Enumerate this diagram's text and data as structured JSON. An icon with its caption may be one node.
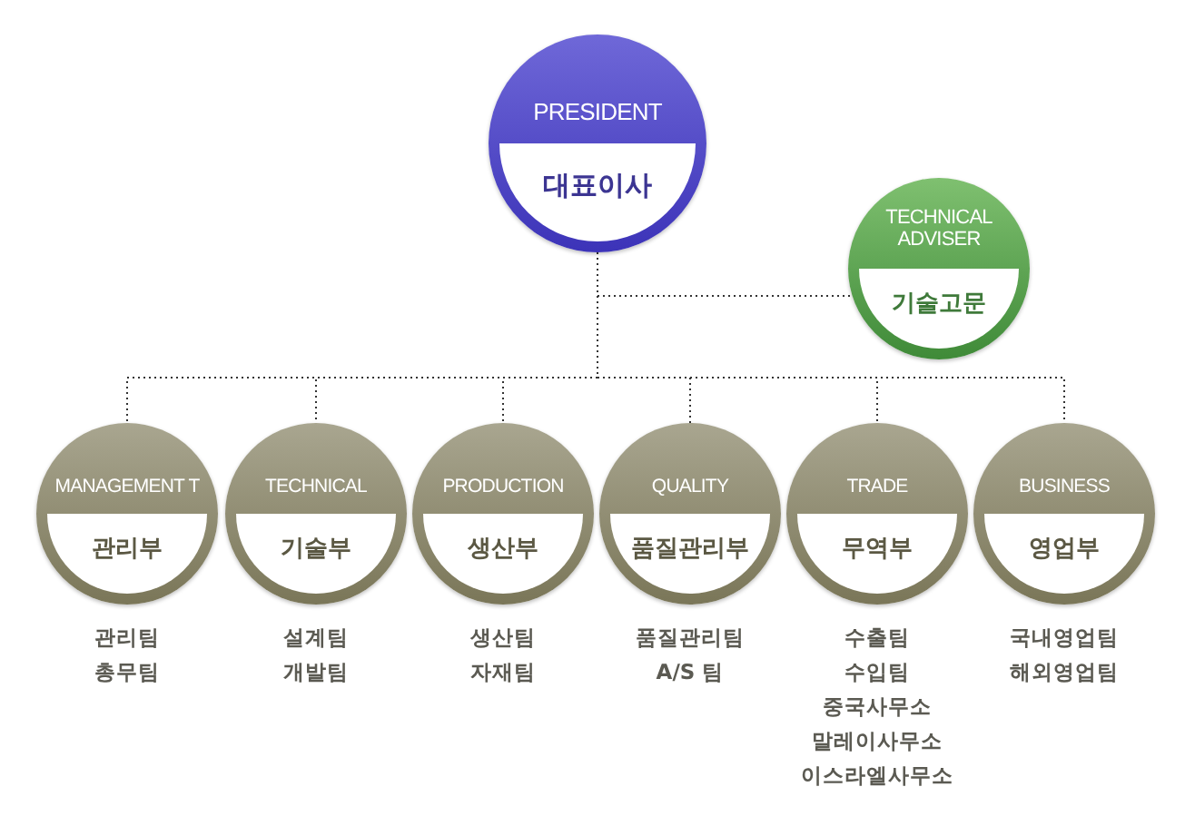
{
  "diagram": {
    "nodes": [
      {
        "text": [
          "PRESIDENT",
          "대표이사"
        ]
      },
      {
        "text": [
          "TECHNICAL ADVISER",
          "기술고문"
        ]
      },
      {
        "text": [
          "MANAGEMENT T",
          "관리부"
        ],
        "beside": [
          "관리팀",
          "총무팀"
        ]
      },
      {
        "text": [
          "TECHNICAL",
          "기술부"
        ],
        "beside": [
          "설계팀",
          "개발팀"
        ]
      },
      {
        "text": [
          "PRODUCTION",
          "생산부"
        ],
        "beside": [
          "생산팀",
          "자재팀"
        ]
      },
      {
        "text": [
          "QUALITY",
          "품질관리부"
        ],
        "beside": [
          "품질관리팀",
          "A/S 팀"
        ]
      },
      {
        "text": [
          "TRADE",
          "무역부"
        ],
        "beside": [
          "수출팀",
          "수입팀",
          "중국사무소",
          "말레이사무소",
          "이스라엘사무소"
        ]
      },
      {
        "text": [
          "BUSINESS",
          "영업부"
        ],
        "beside": [
          "국내영업팀",
          "해외영업팀"
        ]
      }
    ],
    "edges": [
      {
        "from": 0,
        "to": 1,
        "arrow": "none"
      },
      {
        "from": 0,
        "to": 2,
        "arrow": "none"
      },
      {
        "from": 0,
        "to": 3,
        "arrow": "none"
      },
      {
        "from": 0,
        "to": 4,
        "arrow": "none"
      },
      {
        "from": 0,
        "to": 5,
        "arrow": "none"
      },
      {
        "from": 0,
        "to": 6,
        "arrow": "none"
      },
      {
        "from": 0,
        "to": 7,
        "arrow": "none"
      }
    ]
  }
}
